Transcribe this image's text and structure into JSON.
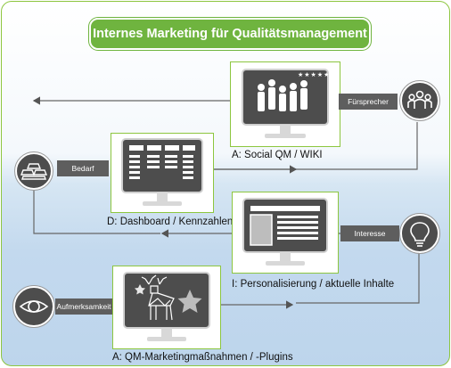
{
  "title": "Internes Marketing für Qualitätsmanagement",
  "nodes": {
    "social": {
      "caption": "A: Social QM / WIKI",
      "stars": "★★★★★"
    },
    "dashboard": {
      "caption": "D: Dashboard / Kennzahlen"
    },
    "personal": {
      "caption": "I: Personalisierung / aktuelle Inhalte"
    },
    "plugins": {
      "caption": "A: QM-Marketingmaßnahmen / -Plugins"
    }
  },
  "tags": {
    "fursprecher": "Fürsprecher",
    "bedarf": "Bedarf",
    "interesse": "Interesse",
    "aufmerksamkeit": "Aufmerksamkeit"
  },
  "icons": {
    "fursprecher": "people-group-icon",
    "bedarf": "gold-bars-icon",
    "interesse": "lightbulb-icon",
    "aufmerksamkeit": "eye-icon"
  },
  "colors": {
    "accent_green": "#6fb43f",
    "frame_green": "#8dc63f",
    "dark_gray": "#4d4d4d",
    "tag_gray": "#5e5e5e"
  }
}
